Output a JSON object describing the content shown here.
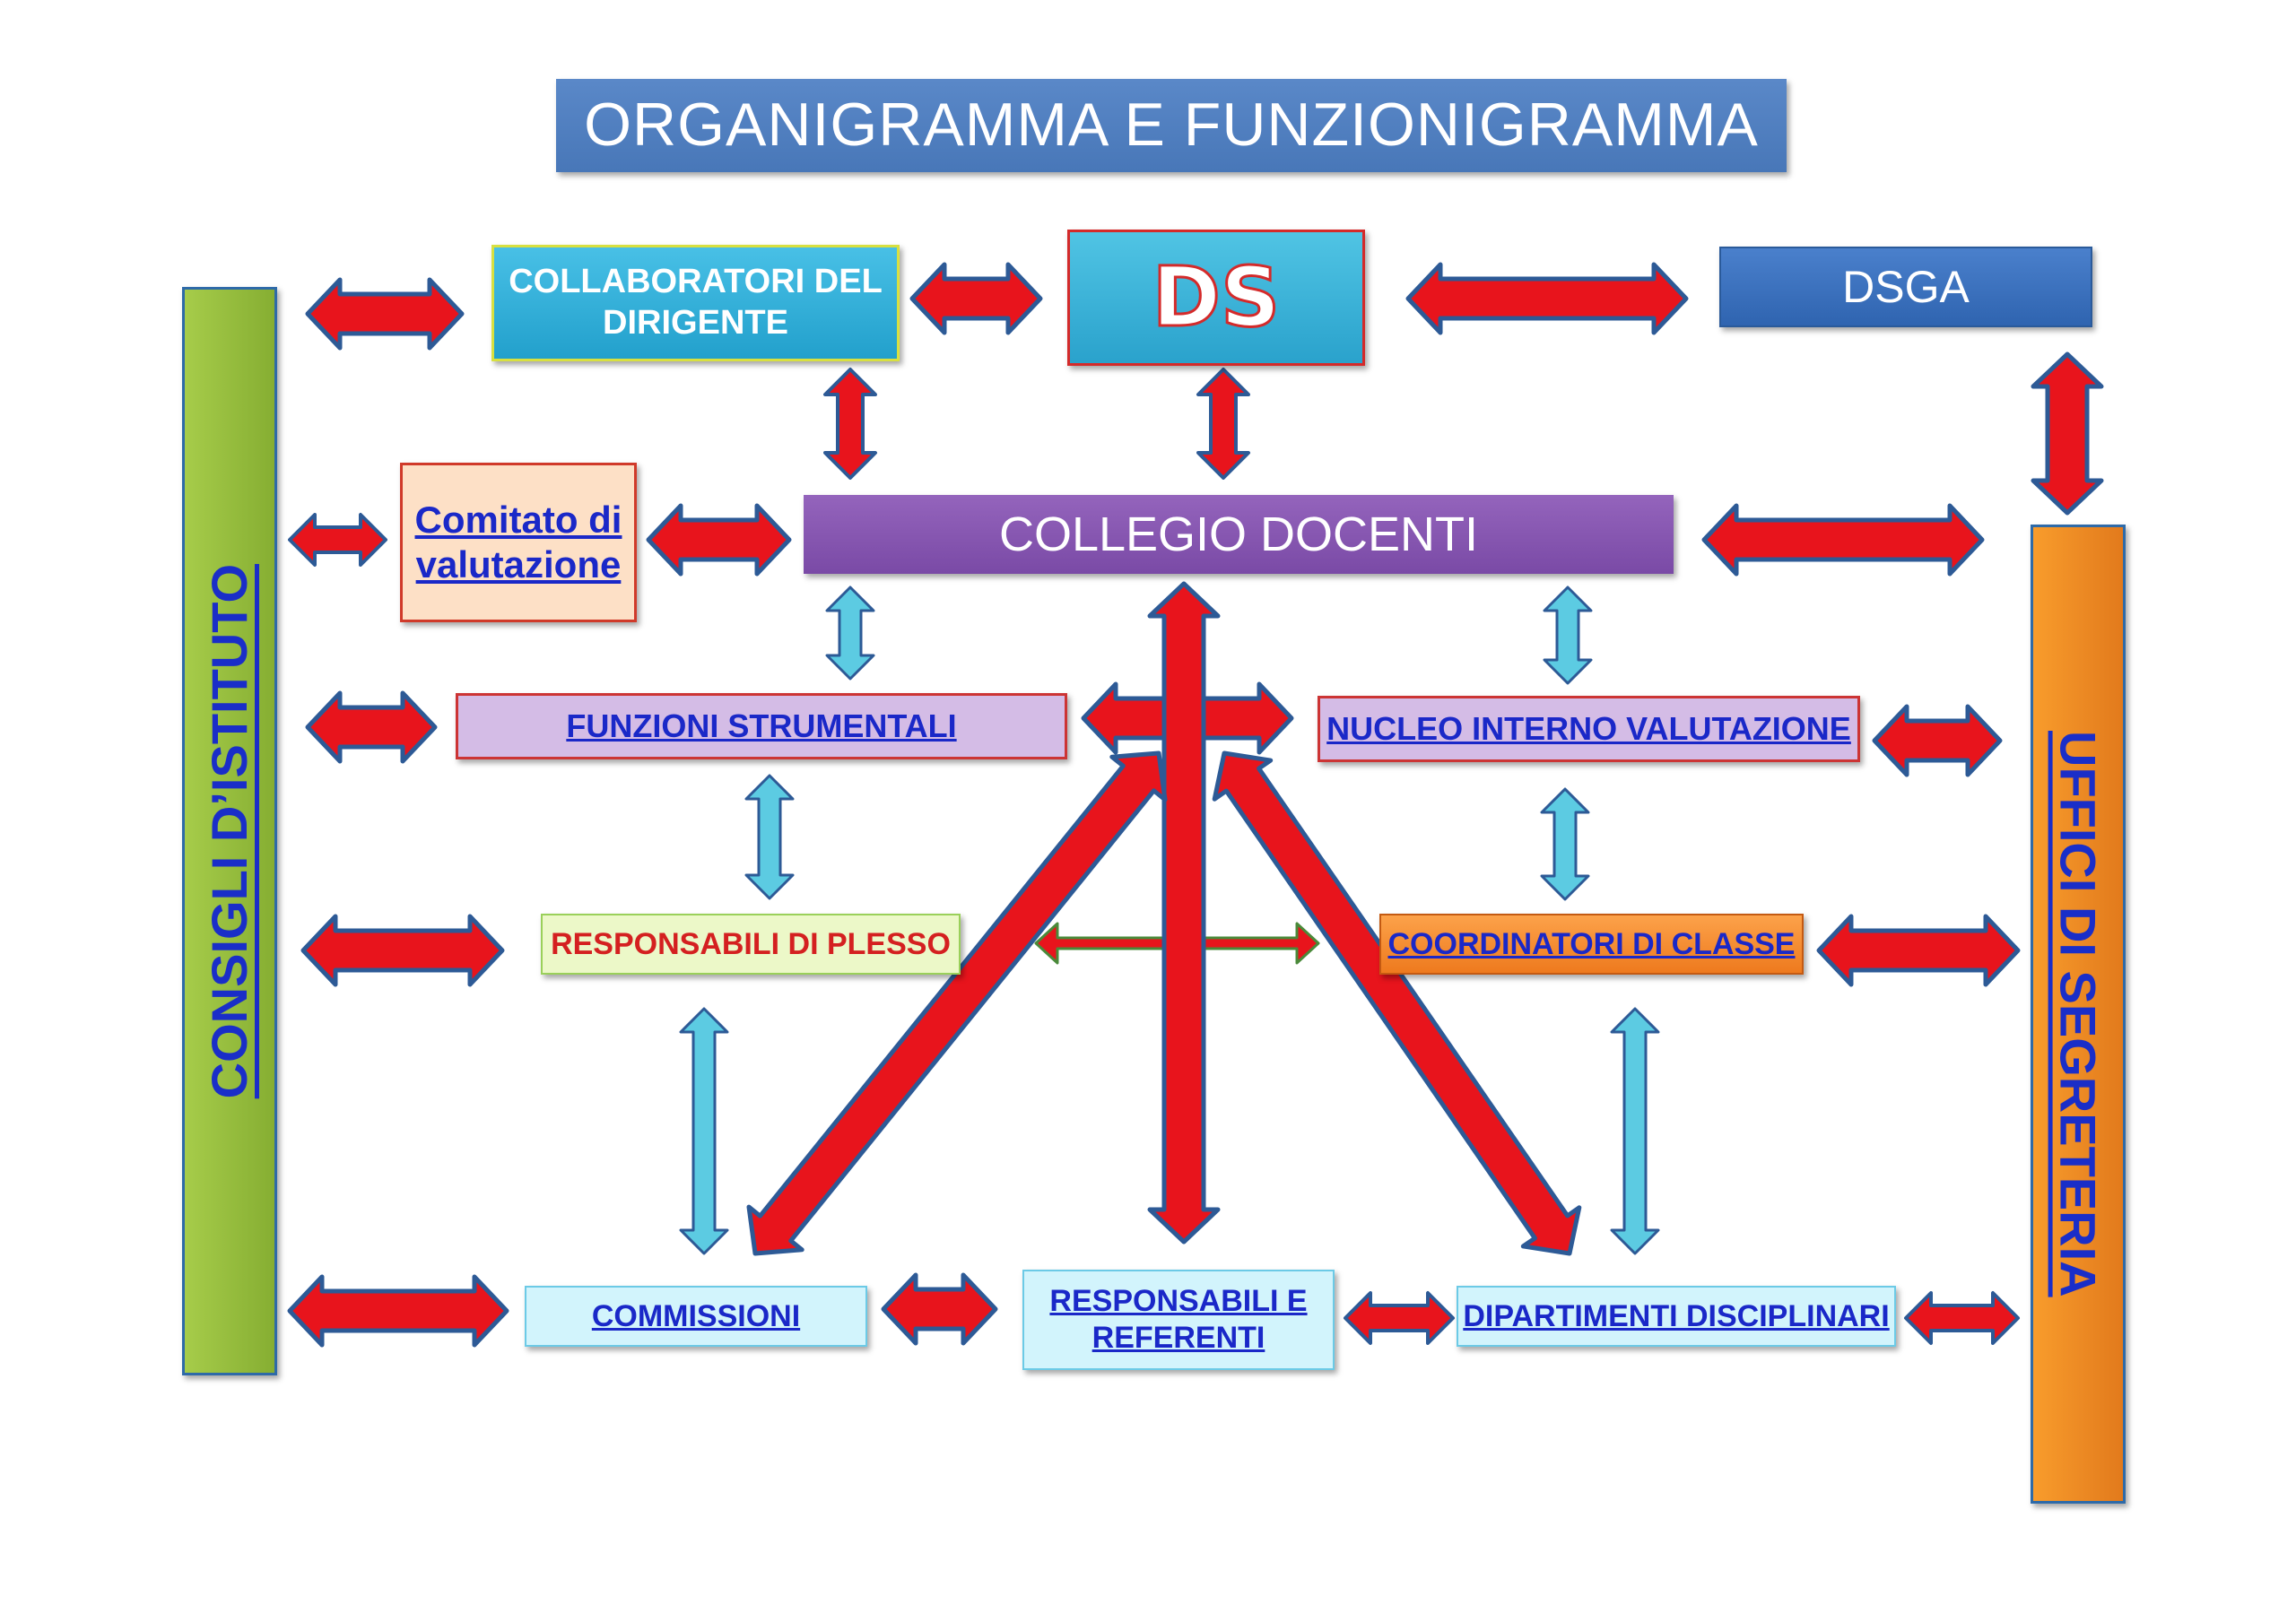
{
  "title": "ORGANIGRAMMA  E  FUNZIONIGRAMMA",
  "nodes": {
    "collaboratori": "COLLABORATORI DEL DIRIGENTE",
    "ds": "DS",
    "dsga": "DSGA",
    "consigli": "CONSIGLI D’ISTITUTO",
    "uffici": "UFFICI DI SEGRETERIA",
    "comitato": "Comitato di valutazione",
    "collegio": "COLLEGIO DOCENTI",
    "funzioni": "FUNZIONI STRUMENTALI",
    "nucleo": "NUCLEO INTERNO VALUTAZIONE",
    "responsabili_plesso": "RESPONSABILI DI PLESSO",
    "coordinatori": "COORDINATORI DI CLASSE",
    "commissioni": "COMMISSIONI",
    "responsabili_referenti": "RESPONSABILI E REFERENTI",
    "dipartimenti": "DIPARTIMENTI DISCIPLINARI"
  },
  "colors": {
    "arrow_red": "#e8141c",
    "arrow_outline": "#2d5a96",
    "arrow_cyan": "#5ccbe2",
    "arrow_green": "#4a8a3a",
    "link_blue": "#1a28c8"
  }
}
